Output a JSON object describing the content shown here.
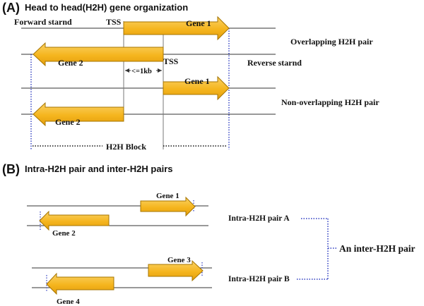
{
  "colors": {
    "arrow_fill": "#F5B51E",
    "arrow_stroke": "#A67400",
    "line": "#333333",
    "dotted_blue": "#2C3BC0",
    "text": "#111111"
  },
  "panel_a": {
    "label": "(A)",
    "title": "Head to head(H2H) gene organization",
    "forward_strand": "Forward starnd",
    "reverse_strand": "Reverse starnd",
    "tss_top": "TSS",
    "tss_bottom": "TSS",
    "gene1": "Gene 1",
    "gene2": "Gene 2",
    "overlapping_pair": "Overlapping H2H pair",
    "distance": "<=1kb",
    "non_gene1": "Gene 1",
    "non_gene2": "Gene 2",
    "non_overlapping_pair": "Non-overlapping H2H pair",
    "block": "H2H Block"
  },
  "panel_b": {
    "label": "(B)",
    "title": "Intra-H2H pair and inter-H2H pairs",
    "gene1": "Gene 1",
    "gene2": "Gene 2",
    "gene3": "Gene 3",
    "gene4": "Gene 4",
    "intra_a": "Intra-H2H pair A",
    "intra_b": "Intra-H2H pair B",
    "inter": "An inter-H2H pair"
  }
}
